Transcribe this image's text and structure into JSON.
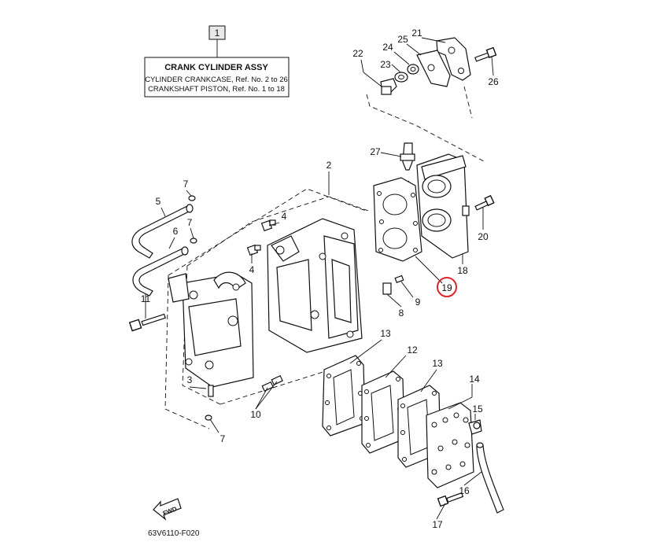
{
  "assembly_box": {
    "number": "1",
    "title": "CRANK CYLINDER ASSY",
    "line1": "CYLINDER CRANKCASE,  Ref. No. 2 to 26",
    "line2": "CRANKSHAFT PISTON,  Ref. No. 1 to 18"
  },
  "callouts": {
    "c2": "2",
    "c3": "3",
    "c4a": "4",
    "c4b": "4",
    "c5": "5",
    "c6": "6",
    "c7a": "7",
    "c7b": "7",
    "c7c": "7",
    "c8": "8",
    "c9": "9",
    "c10": "10",
    "c11": "11",
    "c12": "12",
    "c13a": "13",
    "c13b": "13",
    "c14": "14",
    "c15": "15",
    "c16": "16",
    "c17": "17",
    "c18": "18",
    "c19": "19",
    "c20": "20",
    "c21": "21",
    "c22": "22",
    "c23": "23",
    "c24": "24",
    "c25": "25",
    "c26": "26",
    "c27": "27"
  },
  "highlight": {
    "part": "19",
    "color": "#d9262b"
  },
  "fwd_label": "FWD",
  "diagram_code": "63V6110-F020"
}
